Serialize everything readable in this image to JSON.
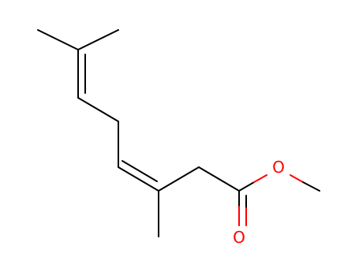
{
  "diagram": {
    "type": "skeletal-formula",
    "colors": {
      "carbon_bond": "#000000",
      "oxygen": "#ff0000",
      "background": "#ffffff"
    },
    "atoms": [
      {
        "id": "carbonyl_oxygen",
        "symbol": "O",
        "label": "O",
        "color": "#ff0000"
      },
      {
        "id": "ester_oxygen",
        "symbol": "O",
        "label": "O",
        "color": "#ff0000"
      }
    ]
  }
}
